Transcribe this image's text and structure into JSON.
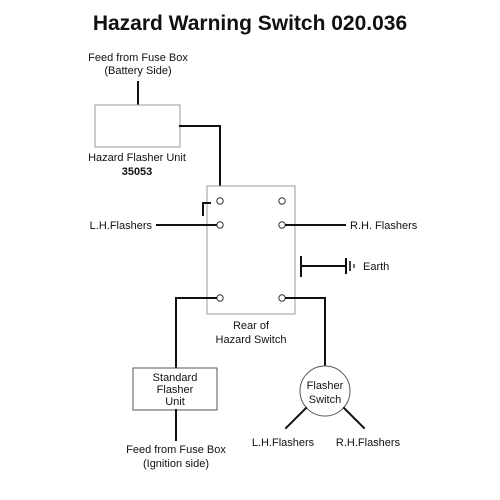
{
  "title": "Hazard Warning Switch 020.036",
  "feed_top": {
    "line1": "Feed from Fuse Box",
    "line2": "(Battery Side)"
  },
  "hazard_flasher_unit": {
    "label": "Hazard Flasher Unit",
    "part_number": "35053"
  },
  "switch": {
    "line1": "Rear of",
    "line2": "Hazard Switch"
  },
  "lh_flashers": "L.H.Flashers",
  "rh_flashers": "R.H. Flashers",
  "earth": "Earth",
  "standard_flasher_unit": {
    "line1": "Standard",
    "line2": "Flasher",
    "line3": "Unit"
  },
  "flasher_switch": {
    "line1": "Flasher",
    "line2": "Switch",
    "lh_label": "L.H.Flashers",
    "rh_label": "R.H.Flashers"
  },
  "feed_bottom": {
    "line1": "Feed from Fuse Box",
    "line2": "(Ignition side)"
  }
}
